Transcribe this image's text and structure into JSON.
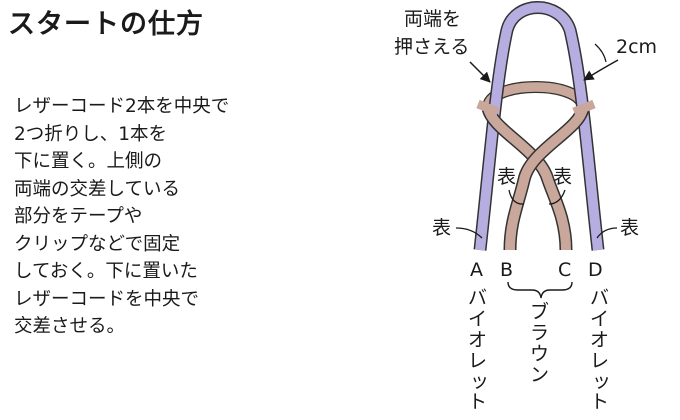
{
  "title": "スタートの仕方",
  "instructions": [
    "レザーコード2本を中央で",
    "2つ折りし、1本を",
    "下に置く。上側の",
    "両端の交差している",
    "部分をテープや",
    "クリップなどで固定",
    "しておく。下に置いた",
    "レザーコードを中央で",
    "交差させる。"
  ],
  "diagram": {
    "label_hold_line1": "両端を",
    "label_hold_line2": "押さえる",
    "label_width": "2cm",
    "label_front_left": "表",
    "label_front_right": "表",
    "label_front_center_left": "表",
    "label_front_center_right": "表",
    "end_a": "A",
    "end_b": "B",
    "end_c": "C",
    "end_d": "D",
    "color_violet": [
      "バ",
      "イ",
      "オ",
      "レ",
      "ッ",
      "ト"
    ],
    "color_brown": [
      "ブ",
      "ラ",
      "ウ",
      "ン"
    ],
    "colors": {
      "violet": "#b6aee0",
      "brown": "#c9a79b",
      "outline": "#333333"
    }
  }
}
